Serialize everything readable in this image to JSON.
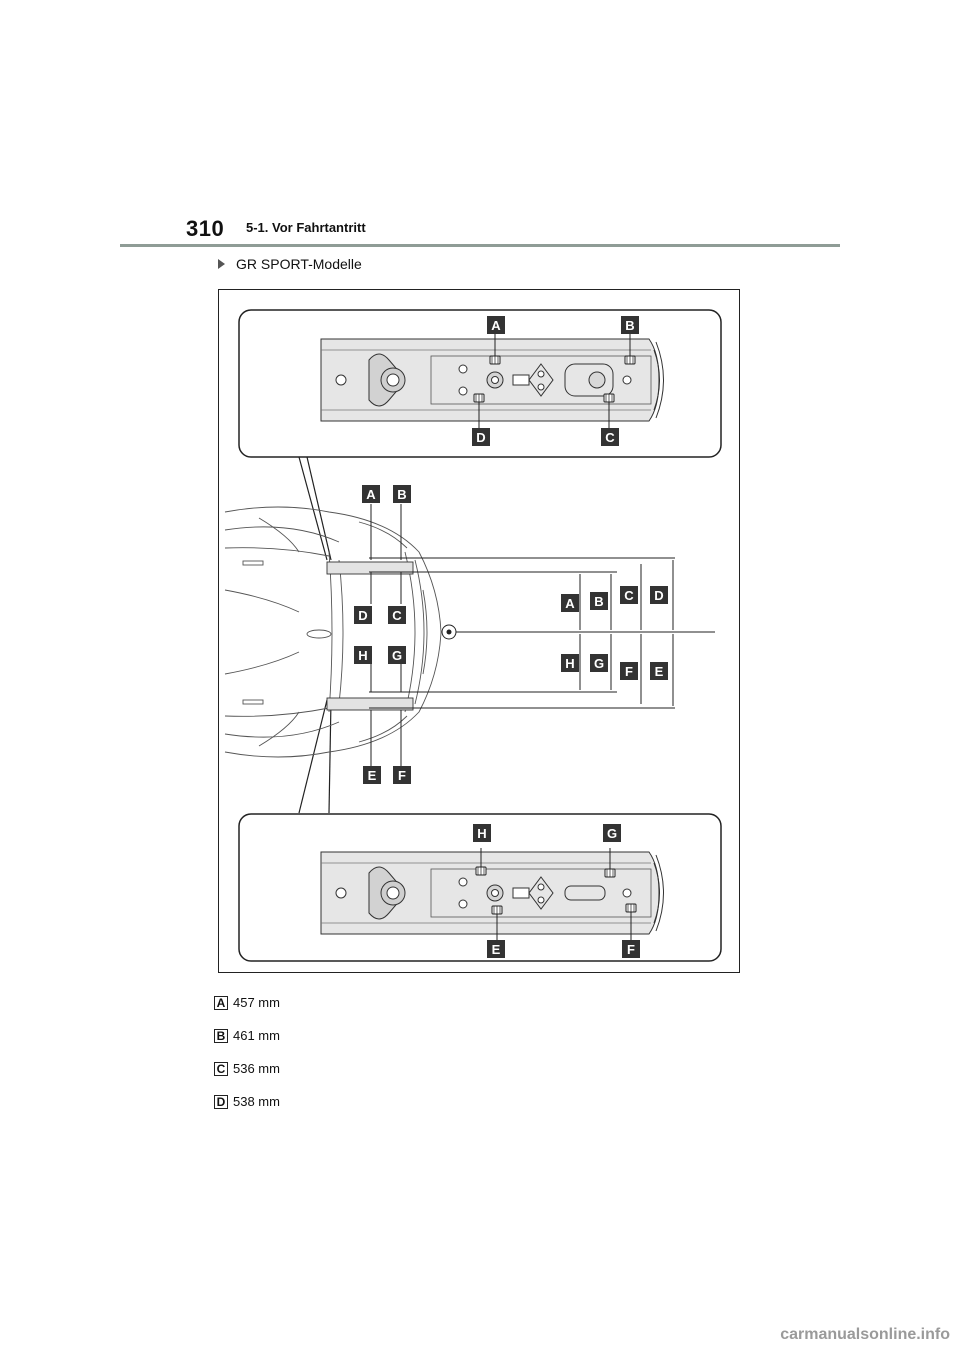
{
  "header": {
    "page_number": "310",
    "section_title": "5-1. Vor Fahrtantritt",
    "model_line": "GR SPORT-Modelle"
  },
  "figure": {
    "top_panel": {
      "labels_above": [
        "A",
        "B"
      ],
      "labels_below": [
        "D",
        "C"
      ]
    },
    "car_labels_front_upper": [
      "A",
      "B"
    ],
    "car_labels_front_lower_upper": [
      "D",
      "C"
    ],
    "car_labels_rear_lower_upper": [
      "H",
      "G"
    ],
    "car_labels_bottom": [
      "E",
      "F"
    ],
    "dimension_labels_upper": [
      "A",
      "B",
      "C",
      "D"
    ],
    "dimension_labels_lower": [
      "H",
      "G",
      "F",
      "E"
    ],
    "bottom_panel": {
      "labels_above": [
        "H",
        "G"
      ],
      "labels_below": [
        "E",
        "F"
      ]
    },
    "label_fill": "#333333"
  },
  "legend": [
    {
      "key": "A",
      "value": "457 mm"
    },
    {
      "key": "B",
      "value": "461 mm"
    },
    {
      "key": "C",
      "value": "536 mm"
    },
    {
      "key": "D",
      "value": "538 mm"
    }
  ],
  "watermark": "carmanualsonline.info"
}
